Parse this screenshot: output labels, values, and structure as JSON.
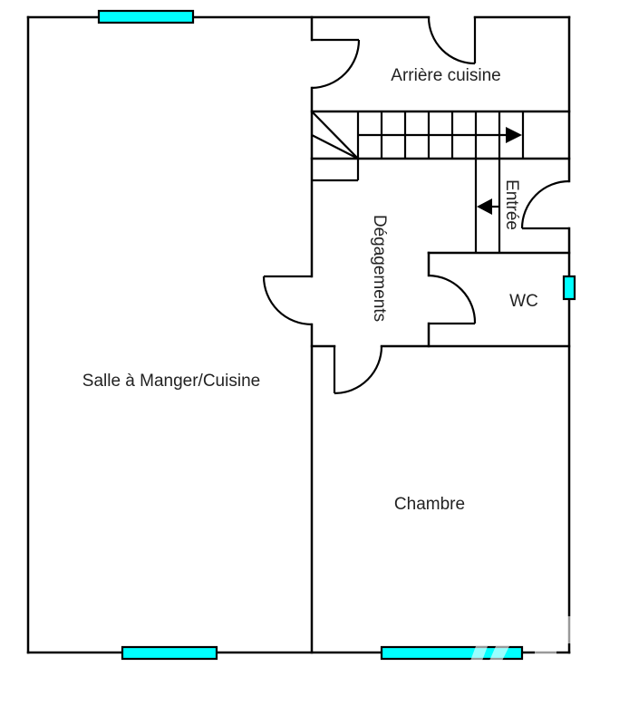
{
  "plan": {
    "type": "floor-plan",
    "colors": {
      "wall": "#000000",
      "window": "#00FFFF",
      "text": "#222222",
      "background": "#FFFFFF"
    },
    "rooms": [
      {
        "id": "salle",
        "label": "Salle à Manger/Cuisine"
      },
      {
        "id": "arriere",
        "label": "Arrière cuisine"
      },
      {
        "id": "degagements",
        "label": "Dégagements"
      },
      {
        "id": "entree",
        "label": "Entrée"
      },
      {
        "id": "wc",
        "label": "WC"
      },
      {
        "id": "chambre",
        "label": "Chambre"
      }
    ],
    "windows": [
      {
        "id": "top-salle",
        "wall": "north"
      },
      {
        "id": "bottom-salle",
        "wall": "south"
      },
      {
        "id": "bottom-chambre",
        "wall": "south"
      },
      {
        "id": "wc",
        "wall": "east"
      }
    ],
    "doors": [
      {
        "id": "arriere-to-salle"
      },
      {
        "id": "arriere-exterior"
      },
      {
        "id": "entree-exterior"
      },
      {
        "id": "salle-to-degagements"
      },
      {
        "id": "degagements-to-wc"
      },
      {
        "id": "degagements-to-chambre"
      }
    ],
    "stairs": {
      "steps": 8,
      "direction": "east"
    }
  }
}
